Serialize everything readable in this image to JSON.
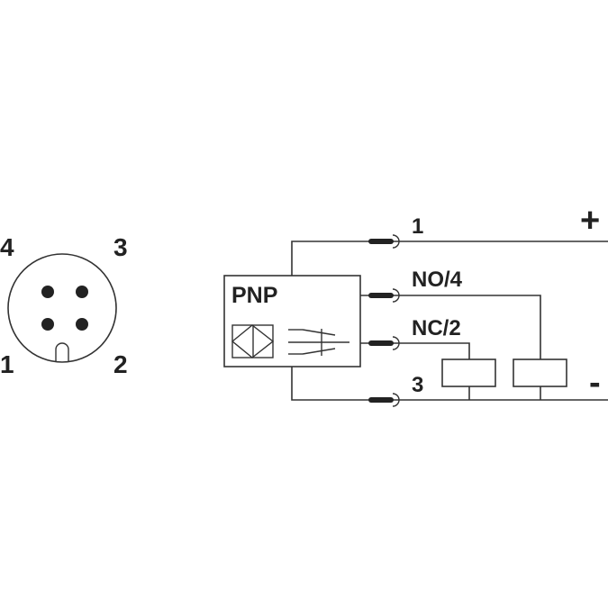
{
  "connector": {
    "pins": [
      {
        "label": "4"
      },
      {
        "label": "3"
      },
      {
        "label": "1"
      },
      {
        "label": "2"
      }
    ]
  },
  "sensor": {
    "type_label": "PNP"
  },
  "wiring": {
    "terminals": [
      {
        "label": "1"
      },
      {
        "label": "NO/4"
      },
      {
        "label": "NC/2"
      },
      {
        "label": "3"
      }
    ],
    "supply": {
      "positive": "+",
      "negative": "-"
    }
  },
  "colors": {
    "line": "#333333",
    "text": "#222222"
  }
}
